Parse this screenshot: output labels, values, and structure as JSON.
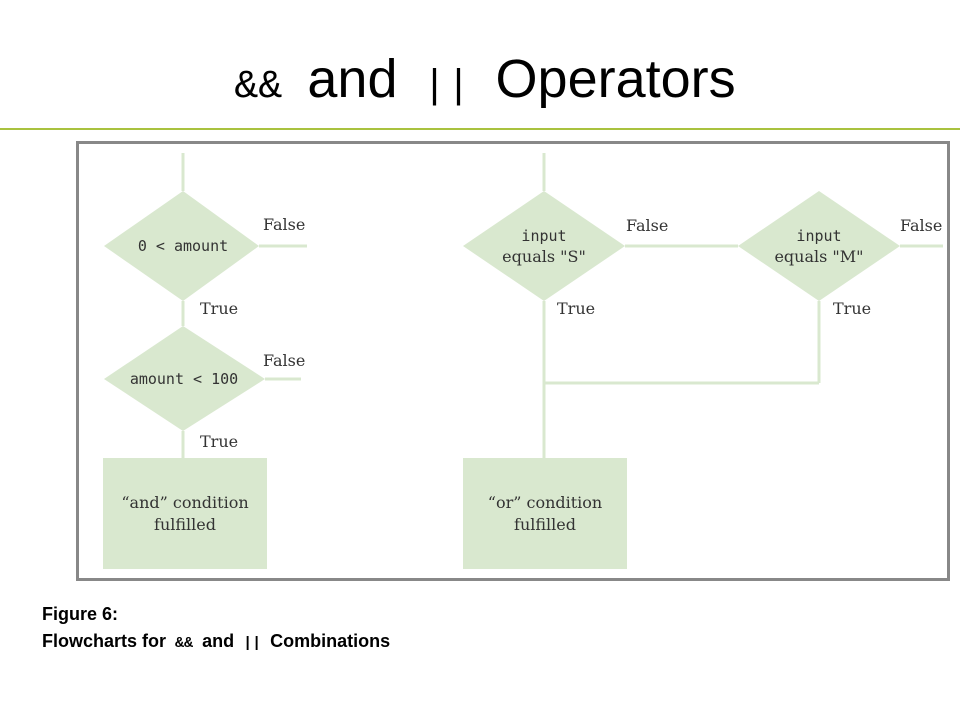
{
  "title": {
    "op_and": "&&",
    "word_and": "and",
    "op_or": "||",
    "word_operators": "Operators"
  },
  "colors": {
    "accent_rule": "#a9c23f",
    "shape_fill": "#d9e8cf",
    "line": "#d9e8cf",
    "frame_border": "#888888"
  },
  "and_flowchart": {
    "decision_1": "0 < amount",
    "decision_1_false": "False",
    "decision_1_true": "True",
    "decision_2": "amount < 100",
    "decision_2_false": "False",
    "decision_2_true": "True",
    "result_line_1": "“and” condition",
    "result_line_2": "fulfilled"
  },
  "or_flowchart": {
    "decision_1_line_1": "input",
    "decision_1_line_2": "equals \"S\"",
    "decision_1_false": "False",
    "decision_1_true": "True",
    "decision_2_line_1": "input",
    "decision_2_line_2": "equals \"M\"",
    "decision_2_false": "False",
    "decision_2_true": "True",
    "result_line_1": "“or” condition",
    "result_line_2": "fulfilled"
  },
  "caption": {
    "line_1": "Figure 6:",
    "line_2_prefix": "Flowcharts for",
    "op_and": "&&",
    "word_and": "and",
    "op_or": "||",
    "line_2_suffix": "Combinations"
  }
}
